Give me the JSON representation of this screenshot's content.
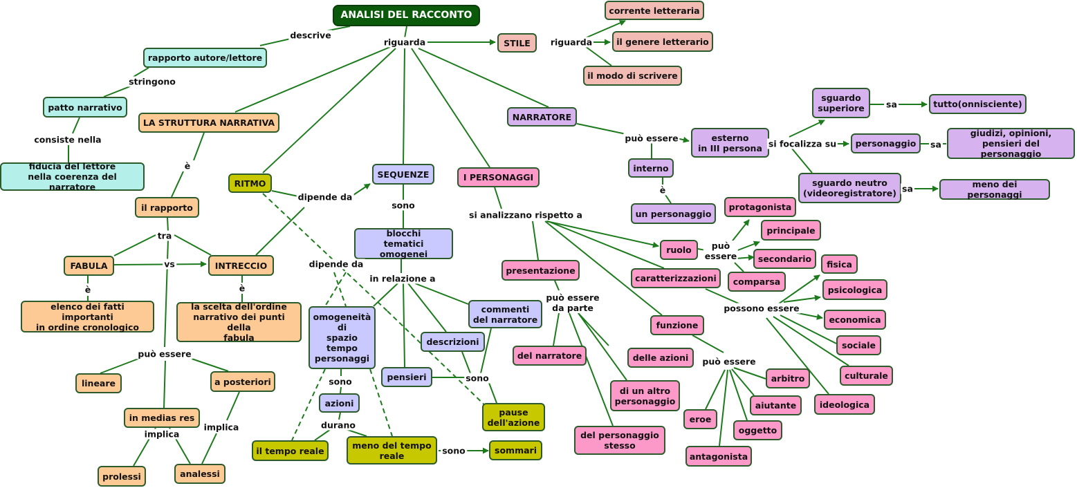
{
  "colors": {
    "title": "#0b5a0b",
    "cyan": "#b5efe9",
    "orange": "#fdca95",
    "purple": "#d6b3ef",
    "blue": "#c9c8ff",
    "pink": "#fd99c9",
    "olive": "#c8c800",
    "salmon": "#f2bcb5",
    "edge": "#1c7a1c"
  },
  "nodes": {
    "title": "ANALISI DEL RACCONTO",
    "rapporto_autore": "rapporto autore/lettore",
    "patto": "patto narrativo",
    "fiducia": "fiducia del lettore\nnella coerenza del narratore",
    "struttura": "LA STRUTTURA NARRATIVA",
    "rapporto": "il rapporto",
    "fabula": "FABULA",
    "intreccio": "INTRECCIO",
    "elenco": "elenco dei fatti importanti\nin ordine cronologico",
    "scelta": "la scelta dell'ordine\nnarrativo dei punti della\nfabula",
    "lineare": "lineare",
    "posteriori": "a posteriori",
    "medias": "in medias res",
    "prolessi": "prolessi",
    "analessi": "analessi",
    "ritmo": "RITMO",
    "sequenze": "SEQUENZE",
    "blocchi": "blocchi\ntematici omogenei",
    "omogeneita": "omogeneità\ndi\nspazio\ntempo\npersonaggi",
    "azioni": "azioni",
    "descrizioni": "descrizioni",
    "commenti": "commenti\ndel narratore",
    "pensieri": "pensieri",
    "pause": "pause\ndell'azione",
    "tempo_reale": "il tempo reale",
    "meno_tempo": "meno del tempo\nreale",
    "sommari": "sommari",
    "stile": "STILE",
    "corrente": "corrente letteraria",
    "genere": "il genere letterario",
    "modo": "il modo di scrivere",
    "narratore": "NARRATORE",
    "esterno": "esterno\nin III persona",
    "interno": "interno",
    "un_personaggio": "un personaggio",
    "sguardo_sup": "sguardo\nsuperiore",
    "tutto": "tutto(onnisciente)",
    "personaggio": "personaggio",
    "giudizi": "giudizi, opinioni,\npensieri del personaggio",
    "sguardo_neutro": "sguardo neutro\n(videoregistratore)",
    "meno_pers": "meno dei personaggi",
    "personaggi": "I PERSONAGGI",
    "presentazione": "presentazione",
    "ruolo": "ruolo",
    "caratterizzazioni": "caratterizzazioni",
    "funzione": "funzione",
    "protagonista": "protagonista",
    "principale": "principale",
    "secondario": "secondario",
    "comparsa": "comparsa",
    "fisica": "fisica",
    "psicologica": "psicologica",
    "economica": "economica",
    "sociale": "sociale",
    "culturale": "culturale",
    "ideologica": "ideologica",
    "del_narratore": "del narratore",
    "delle_azioni": "delle azioni",
    "altro_pers": "di un altro\npersonaggio",
    "pers_stesso": "del personaggio\nstesso",
    "arbitro": "arbitro",
    "aiutante": "aiutante",
    "oggetto": "oggetto",
    "eroe": "eroe",
    "antagonista": "antagonista"
  },
  "labels": {
    "descrive": "descrive",
    "riguarda1": "riguarda",
    "riguarda2": "riguarda",
    "stringono": "stringono",
    "consiste": "consiste nella",
    "e1": "è",
    "tra": "tra",
    "vs": "vs",
    "e2": "è",
    "e3": "è",
    "puo_essere1": "può essere",
    "implica1": "implica",
    "implica2": "implica",
    "dipende1": "dipende da",
    "dipende2": "dipende da",
    "sono1": "sono",
    "relazione": "in relazione a",
    "sono2": "sono",
    "sono3": "sono",
    "durano": "durano",
    "sono4": "sono",
    "puo_essere2": "può essere",
    "e4": "è",
    "focalizza": "si focalizza su",
    "sa1": "sa",
    "sa2": "sa",
    "sa3": "sa",
    "analizzano": "si analizzano rispetto a",
    "puo_essere3": "può\nessere",
    "possono": "possono essere",
    "da_parte": "può essere\nda parte",
    "puo_essere4": "può essere"
  }
}
